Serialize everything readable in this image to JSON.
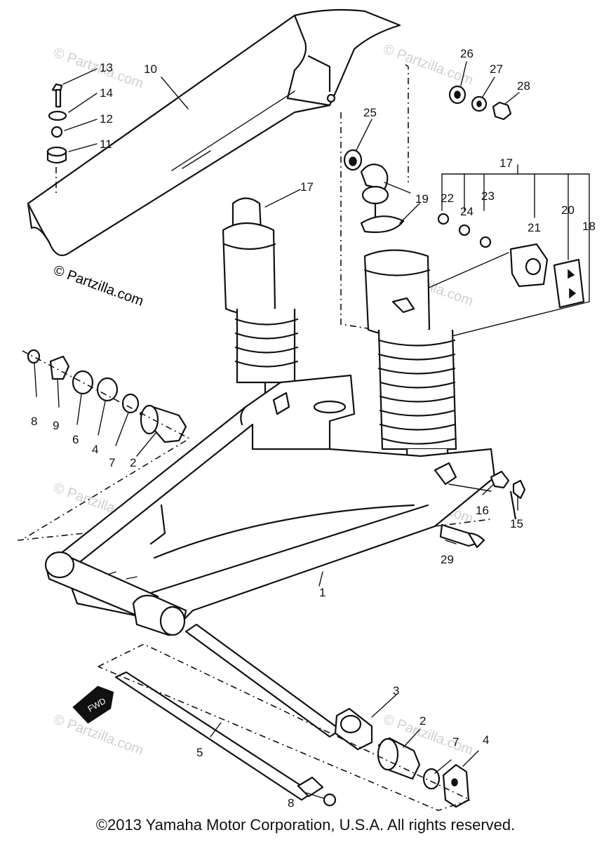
{
  "watermark": {
    "main": "© Partzilla.com",
    "ghost": "© Partzilla.com"
  },
  "fwd_badge": "FWD",
  "copyright": "©2013 Yamaha Motor Corporation, U.S.A. All rights reserved.",
  "callouts": [
    {
      "id": "c13",
      "label": "13"
    },
    {
      "id": "c14",
      "label": "14"
    },
    {
      "id": "c12",
      "label": "12"
    },
    {
      "id": "c11",
      "label": "11"
    },
    {
      "id": "c10",
      "label": "10"
    },
    {
      "id": "c26",
      "label": "26"
    },
    {
      "id": "c27",
      "label": "27"
    },
    {
      "id": "c28",
      "label": "28"
    },
    {
      "id": "c25",
      "label": "25"
    },
    {
      "id": "c17a",
      "label": "17"
    },
    {
      "id": "c17b",
      "label": "17"
    },
    {
      "id": "c19",
      "label": "19"
    },
    {
      "id": "c22",
      "label": "22"
    },
    {
      "id": "c23",
      "label": "23"
    },
    {
      "id": "c24",
      "label": "24"
    },
    {
      "id": "c21",
      "label": "21"
    },
    {
      "id": "c20",
      "label": "20"
    },
    {
      "id": "c18",
      "label": "18"
    },
    {
      "id": "c8a",
      "label": "8"
    },
    {
      "id": "c9",
      "label": "9"
    },
    {
      "id": "c6",
      "label": "6"
    },
    {
      "id": "c4a",
      "label": "4"
    },
    {
      "id": "c7a",
      "label": "7"
    },
    {
      "id": "c2a",
      "label": "2"
    },
    {
      "id": "c16",
      "label": "16"
    },
    {
      "id": "c15",
      "label": "15"
    },
    {
      "id": "c29",
      "label": "29"
    },
    {
      "id": "c1",
      "label": "1"
    },
    {
      "id": "c3",
      "label": "3"
    },
    {
      "id": "c2b",
      "label": "2"
    },
    {
      "id": "c7b",
      "label": "7"
    },
    {
      "id": "c4b",
      "label": "4"
    },
    {
      "id": "c5",
      "label": "5"
    },
    {
      "id": "c8b",
      "label": "8"
    }
  ]
}
